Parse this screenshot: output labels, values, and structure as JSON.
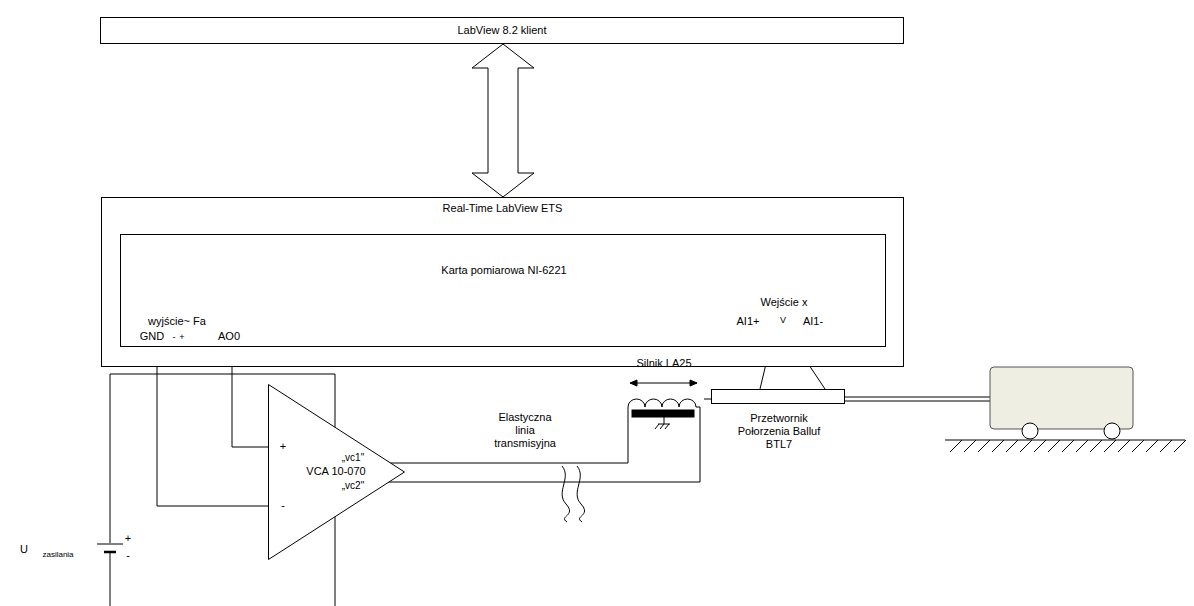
{
  "diagram": {
    "nodes": [
      {
        "text": [
          "LabView 8.2 klient"
        ]
      },
      {
        "text": [
          "Real-Time LabView ETS"
        ]
      },
      {
        "text": [
          "Karta pomiarowa NI-6221"
        ],
        "in": 1
      },
      {
        "text": [
          "VCA 10-070"
        ]
      },
      {
        "text": [
          "Silnik LA25"
        ]
      },
      {
        "text": [
          "Przetwornik Połorzenia Balluf BTL7"
        ]
      }
    ],
    "edges": [
      {
        "from": 0,
        "to": 1,
        "arrow": "both"
      },
      {
        "from": 2,
        "to": 3,
        "arrow": "none"
      },
      {
        "from": 2,
        "to": 3,
        "arrow": "none"
      },
      {
        "from": 3,
        "to": 4,
        "arrow": "none"
      },
      {
        "from": 3,
        "to": 4,
        "arrow": "none"
      },
      {
        "from": 2,
        "to": 5,
        "arrow": "none"
      },
      {
        "from": 2,
        "to": 5,
        "arrow": "none"
      },
      {
        "from": 4,
        "to": 5,
        "arrow": "none"
      }
    ],
    "labels": [
      "wyjście~ Fa",
      "GND",
      "AO0",
      "-",
      "+",
      "Wejście x",
      "AI1+",
      "V",
      "AI1-",
      "U",
      "zasilania",
      "+",
      "-",
      "+",
      "-",
      "„vc1\"",
      "„vc2\"",
      "Elastyczna linia transmisyjna"
    ]
  }
}
